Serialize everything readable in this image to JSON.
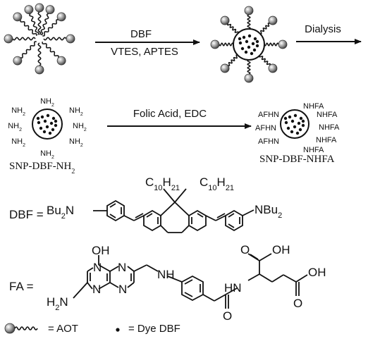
{
  "arrows": {
    "top_above": "DBF",
    "top_below": "VTES, APTES",
    "dialysis": "Dialysis",
    "middle": "Folic Acid, EDC"
  },
  "labels": {
    "snp_nh2_main": "SNP-DBF-NH",
    "snp_nh2_sub": "2",
    "snp_nhfa": "SNP-DBF-NHFA"
  },
  "nh2": {
    "n": "NH",
    "sub": "2"
  },
  "nhfa": {
    "right": "NHFA",
    "left": "AFHN"
  },
  "dbf": {
    "label": "DBF =",
    "bu_left": "Bu",
    "bu_left_sub": "2",
    "bu_left_n": "N",
    "c10_main": "C",
    "c10_sub": "10",
    "h21_main": "H",
    "h21_sub": "21",
    "n_right": "N",
    "bu_right": "Bu",
    "bu_right_sub": "2"
  },
  "fa": {
    "label": "FA =",
    "oh": "OH",
    "n": "N",
    "h2n": "H",
    "h2n_sub": "2",
    "h2n_n": "N",
    "nh": "NH",
    "hn": "HN",
    "o": "O"
  },
  "legend": {
    "aot": "= AOT",
    "dye": "= Dye DBF"
  }
}
